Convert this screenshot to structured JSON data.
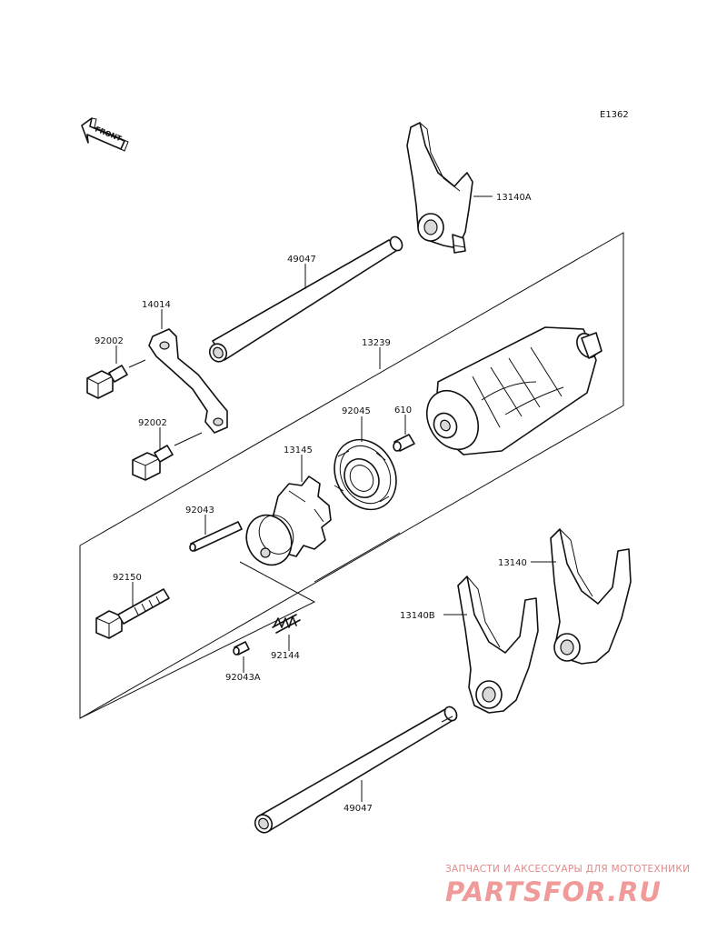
{
  "diagram_code": "E1362",
  "front_label": "FRONT",
  "parts": [
    {
      "id": "13140A",
      "label": "13140A"
    },
    {
      "id": "49047-upper",
      "label": "49047"
    },
    {
      "id": "14014",
      "label": "14014"
    },
    {
      "id": "92002-upper",
      "label": "92002"
    },
    {
      "id": "92002-lower",
      "label": "92002"
    },
    {
      "id": "13239",
      "label": "13239"
    },
    {
      "id": "92045",
      "label": "92045"
    },
    {
      "id": "610",
      "label": "610"
    },
    {
      "id": "13145",
      "label": "13145"
    },
    {
      "id": "92043",
      "label": "92043"
    },
    {
      "id": "92150",
      "label": "92150"
    },
    {
      "id": "92144",
      "label": "92144"
    },
    {
      "id": "92043A",
      "label": "92043A"
    },
    {
      "id": "13140",
      "label": "13140"
    },
    {
      "id": "13140B",
      "label": "13140B"
    },
    {
      "id": "49047-lower",
      "label": "49047"
    }
  ],
  "watermark": {
    "tagline": "ЗАПЧАСТИ И АКСЕССУАРЫ ДЛЯ МОТОТЕХНИКИ",
    "logo": "PARTSFOR.RU"
  }
}
